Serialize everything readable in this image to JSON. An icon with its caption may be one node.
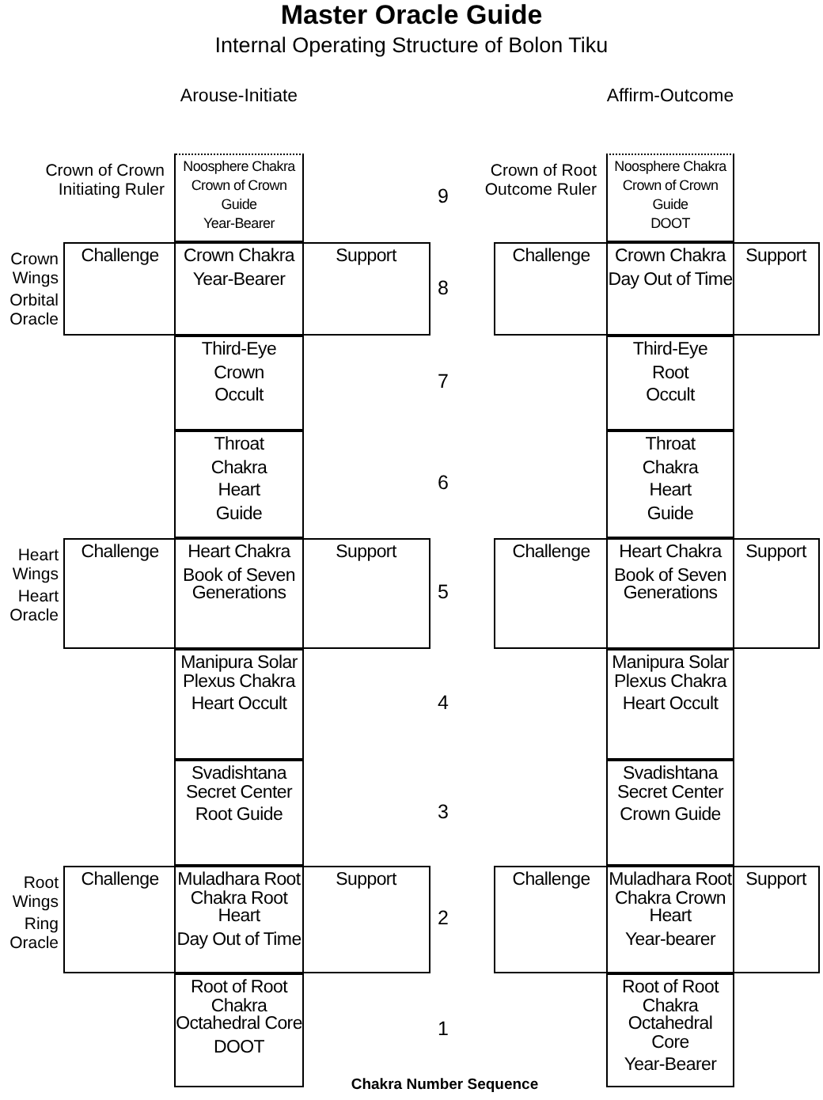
{
  "diagram": {
    "title": "Master Oracle Guide",
    "nodes": [
      {
        "text": [
          "Noosphere Chakra",
          "Crown of Crown",
          "Guide",
          "Year-Bearer"
        ],
        "beside": [
          "Crown of Crown Initiating Ruler"
        ]
      },
      {
        "text": [
          "Challenge"
        ],
        "beside": [
          "Crown Wings",
          "Orbital Oracle"
        ]
      },
      {
        "text": [
          "Crown Chakra",
          "Year-Bearer"
        ]
      },
      {
        "text": [
          "Support"
        ]
      },
      {
        "text": [
          "Third-Eye",
          "Crown",
          "Occult"
        ]
      },
      {
        "text": [
          "Throat",
          "Chakra",
          "Heart",
          "Guide"
        ]
      },
      {
        "text": [
          "Challenge"
        ],
        "beside": [
          "Heart Wings",
          "Heart Oracle"
        ]
      },
      {
        "text": [
          "Heart Chakra",
          "Book of Seven Generations"
        ]
      },
      {
        "text": [
          "Support"
        ]
      },
      {
        "text": [
          "Manipura Solar Plexus Chakra",
          "Heart Occult"
        ]
      },
      {
        "text": [
          "Svadishtana Secret Center",
          "Root Guide"
        ]
      },
      {
        "text": [
          "Challenge"
        ],
        "beside": [
          "Root Wings",
          "Ring Oracle"
        ]
      },
      {
        "text": [
          "Muladhara Root Chakra Root Heart",
          "Day Out of Time"
        ]
      },
      {
        "text": [
          "Support"
        ]
      },
      {
        "text": [
          "Root of Root Chakra Octahedral Core",
          "DOOT"
        ]
      },
      {
        "text": [
          "Noosphere Chakra",
          "Crown of Crown",
          "Guide",
          "DOOT"
        ],
        "beside": [
          "Crown of Root Outcome Ruler"
        ]
      },
      {
        "text": [
          "Challenge"
        ]
      },
      {
        "text": [
          "Crown Chakra",
          "Day Out of Time"
        ]
      },
      {
        "text": [
          "Support"
        ]
      },
      {
        "text": [
          "Third-Eye",
          "Root",
          "Occult"
        ]
      },
      {
        "text": [
          "Throat",
          "Chakra",
          "Heart",
          "Guide"
        ]
      },
      {
        "text": [
          "Challenge"
        ]
      },
      {
        "text": [
          "Heart Chakra",
          "Book of Seven Generations"
        ]
      },
      {
        "text": [
          "Support"
        ]
      },
      {
        "text": [
          "Manipura Solar Plexus Chakra",
          "Heart Occult"
        ]
      },
      {
        "text": [
          "Svadishtana Secret Center",
          "Crown Guide"
        ]
      },
      {
        "text": [
          "Challenge"
        ]
      },
      {
        "text": [
          "Muladhara Root Chakra Crown Heart",
          "Year-bearer"
        ]
      },
      {
        "text": [
          "Support"
        ]
      },
      {
        "text": [
          "Root of Root Chakra Octahedral Core",
          "Year-Bearer"
        ]
      }
    ],
    "labels": [
      "Internal Operating Structure of Bolon Tiku",
      "Arouse-Initiate",
      "Affirm-Outcome",
      "9",
      "8",
      "7",
      "6",
      "5",
      "4",
      "3",
      "2",
      "1",
      "Chakra Number Sequence"
    ]
  }
}
